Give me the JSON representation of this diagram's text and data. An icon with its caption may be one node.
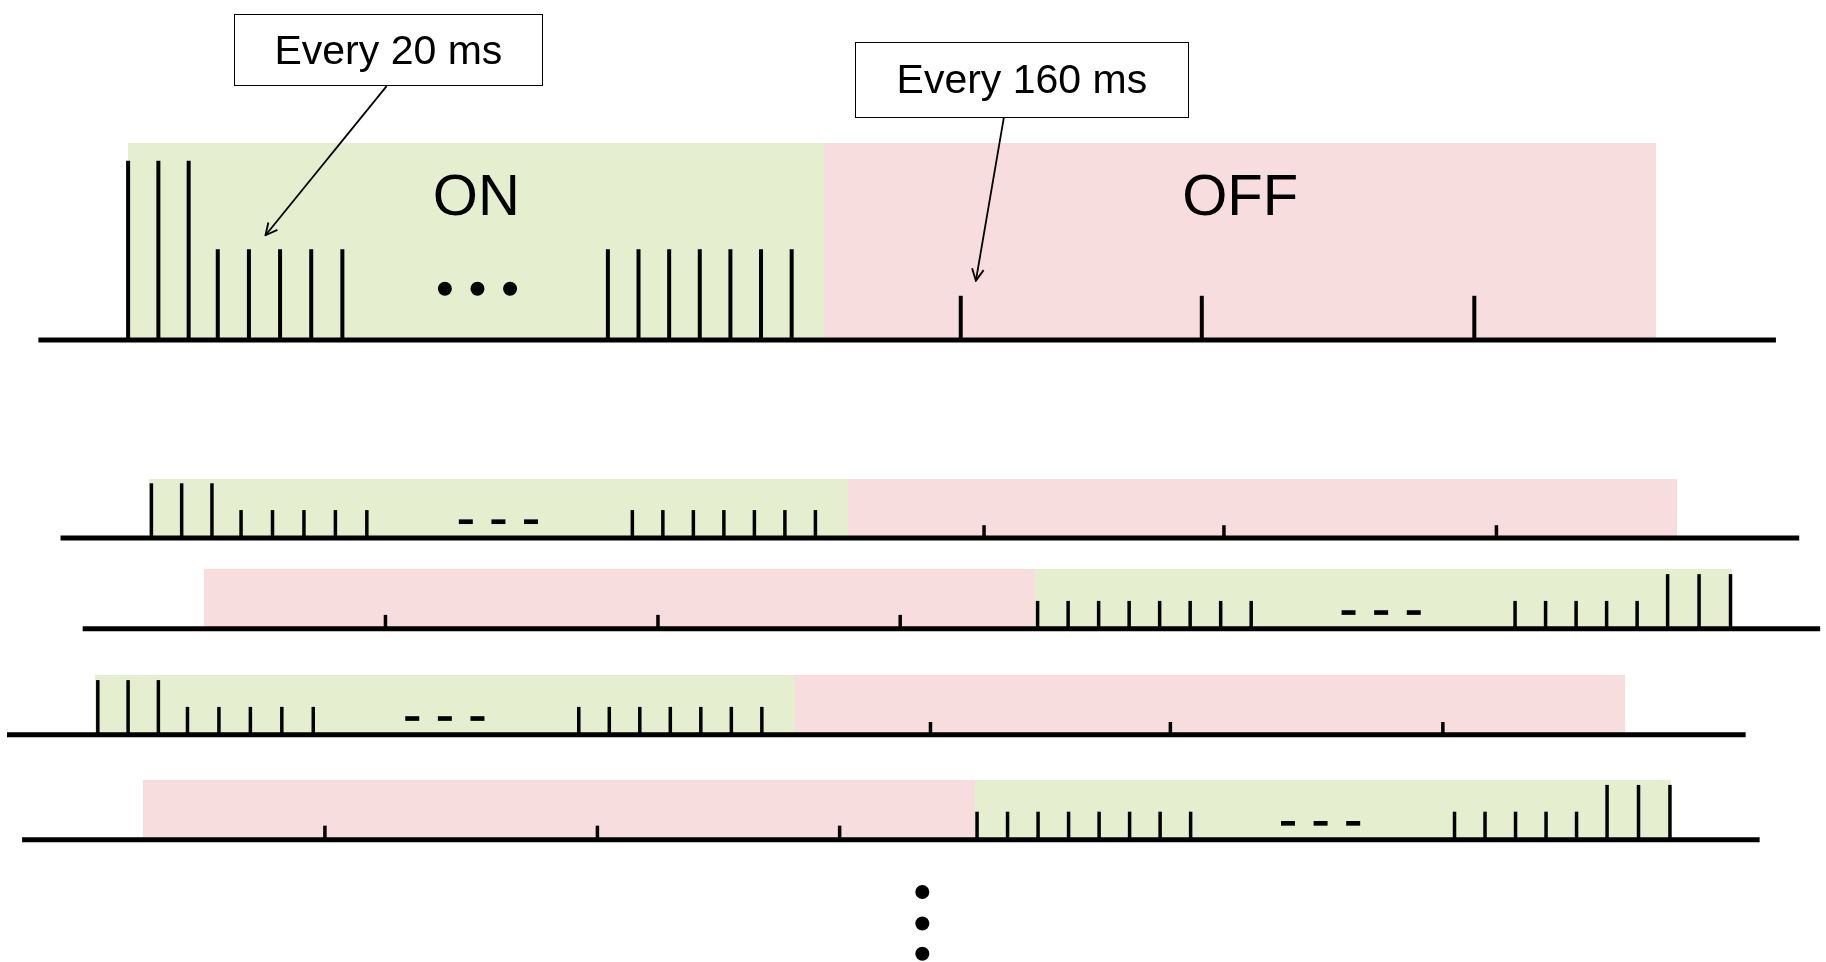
{
  "diagram": {
    "nodes": [
      {
        "text": [
          "Every 20 ms"
        ]
      },
      {
        "text": [
          "Every 160 ms"
        ]
      },
      {
        "text": [
          "ON"
        ]
      },
      {
        "text": [
          "OFF"
        ]
      },
      {
        "text": [],
        "shape": "box"
      },
      {
        "text": [],
        "shape": "box"
      },
      {
        "text": [],
        "shape": "box"
      },
      {
        "text": [],
        "shape": "box"
      },
      {
        "text": [],
        "shape": "box"
      },
      {
        "text": [],
        "shape": "box"
      },
      {
        "text": [],
        "shape": "box"
      },
      {
        "text": [],
        "shape": "box"
      }
    ],
    "edges": [
      {
        "from": 0,
        "to": 2,
        "arrow": "to"
      },
      {
        "from": 1,
        "to": 3,
        "arrow": "to"
      }
    ]
  }
}
